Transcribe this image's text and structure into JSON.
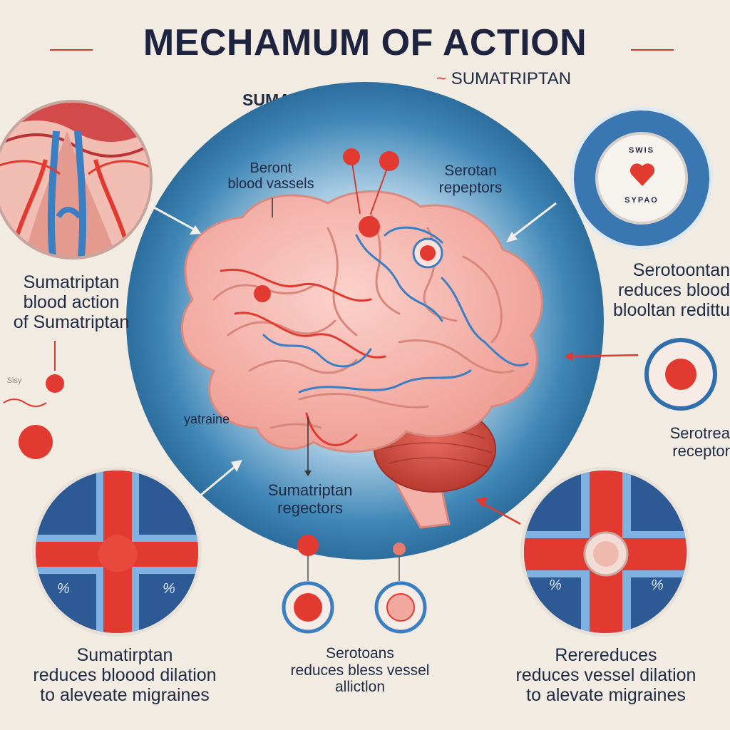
{
  "title": "MECHAMUM OF ACTION",
  "subtitle_right": "SUMATRIPTAN",
  "subtitle_right_prefix": "~",
  "subtitle_left": "SUMATRIPTAN",
  "subtitle_left_mark": "'",
  "labels": {
    "blood_vessels": "Beront\nblood vassels",
    "serotonin_receptors": "Serotan\nrepeptors",
    "left_block": "Sumatriptan\nblood action\nof Sumatriptan",
    "left_small": "Sisy",
    "migraine": "yatraine",
    "sumatriptan_receptors": "Sumatriptan\nregectors",
    "right_block": "Serotoontan\nreduces blood\nblooltan redittu",
    "serotrea_receptor": "Serotrea\nreceptor",
    "badge_top": "SWIS",
    "badge_bottom": "SYPAO",
    "vessel_left_a": "%",
    "vessel_left_b": "%",
    "vessel_right_a": "%",
    "vessel_right_b": "%"
  },
  "captions": {
    "left": "Sumatirptan\nreduces bloood dilation\nto aleveate migraines",
    "middle": "Serotoans\nreduces bless vessel\nallictlon",
    "right": "Rerereduces\nreduces vessel dilation\nto alevate migraines"
  },
  "colors": {
    "background": "#f1ebe2",
    "accent_red": "#e23a30",
    "accent_blue": "#3a7fc2",
    "navy": "#1e2440",
    "brain_pink": "#f6b5ad",
    "halo_blue": "#3d7fae"
  },
  "icons": [
    "heart-icon",
    "receptor-dot-icon",
    "arrow-icon"
  ]
}
